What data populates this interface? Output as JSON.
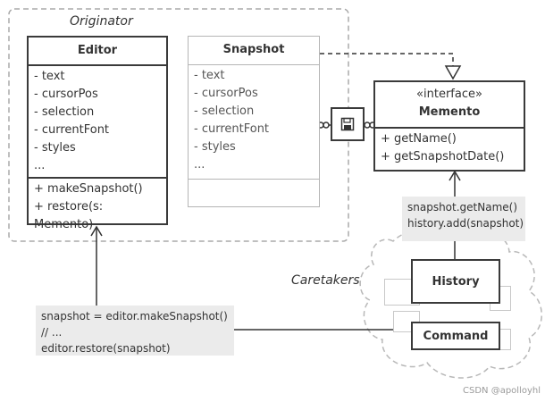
{
  "originator": {
    "label": "Originator"
  },
  "caretakers": {
    "label": "Caretakers"
  },
  "editor": {
    "title": "Editor",
    "fields": [
      "- text",
      "- cursorPos",
      "- selection",
      "- currentFont",
      "- styles",
      "..."
    ],
    "methods": [
      "+ makeSnapshot()",
      "+ restore(s: Memento)"
    ]
  },
  "snapshot": {
    "title": "Snapshot",
    "fields": [
      "- text",
      "- cursorPos",
      "- selection",
      "- currentFont",
      "- styles",
      "..."
    ]
  },
  "memento": {
    "stereotype": "«interface»",
    "title": "Memento",
    "methods": [
      "+ getName()",
      "+ getSnapshotDate()"
    ]
  },
  "notes": {
    "editor_note": [
      "snapshot = editor.makeSnapshot()",
      "// ...",
      "editor.restore(snapshot)"
    ],
    "history_note": [
      "snapshot.getName()",
      "history.add(snapshot)"
    ]
  },
  "history": {
    "title": "History"
  },
  "command": {
    "title": "Command"
  },
  "icons": {
    "save": "floppy-disk-icon"
  },
  "watermark": "CSDN @apolloyhl"
}
